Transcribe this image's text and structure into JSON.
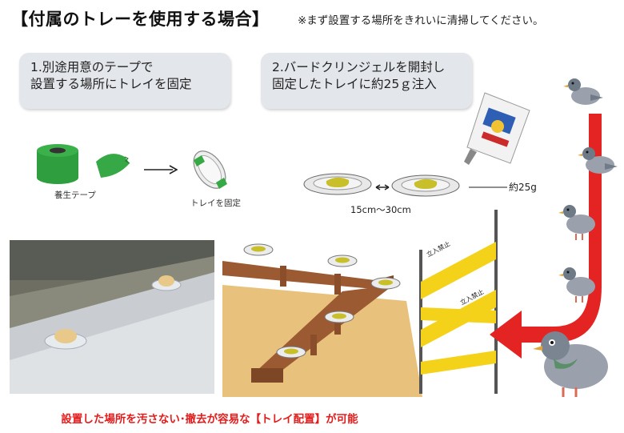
{
  "header": {
    "title": "【付属のトレーを使用する場合】",
    "note": "※まず設置する場所をきれいに清掃してください。"
  },
  "steps": [
    {
      "line1": "1.別途用意のテープで",
      "line2": " 設置する場所にトレイを固定"
    },
    {
      "line1": "2.バードクリンジェルを開封し",
      "line2": " 固定したトレイに約25ｇ注入"
    }
  ],
  "labels": {
    "tape": "養生テープ",
    "tray_fixed": "トレイを固定",
    "spacing": "15cm～30cm",
    "amount": "約25g"
  },
  "tape_text": "立入禁止",
  "footer": {
    "note": "設置した場所を汚さない･撤去が容易な【トレイ配置】が可能"
  },
  "colors": {
    "tape_green": "#2e9e3e",
    "gel_yellow": "#c8bf2a",
    "arrow_red": "#e42323",
    "caution_yellow": "#f4d21a",
    "note_red": "#e21c1c"
  }
}
